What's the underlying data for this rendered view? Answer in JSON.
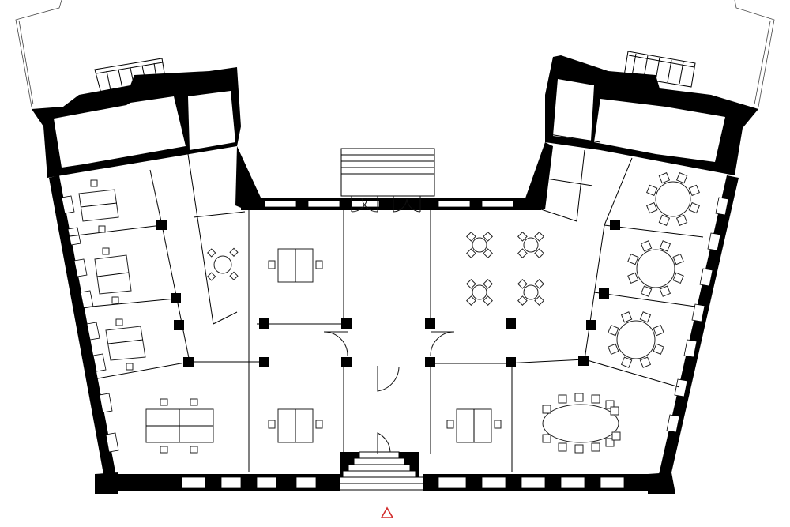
{
  "drawing": {
    "type": "architectural floor plan",
    "north_marker": {
      "shape": "triangle",
      "color": "#d32f2f"
    }
  },
  "colors": {
    "walls": "#000000",
    "background": "#ffffff",
    "marker": "#d32f2f"
  },
  "rooms": [
    {
      "id": "stair-left",
      "furniture": "staircase"
    },
    {
      "id": "stair-right",
      "furniture": "staircase"
    },
    {
      "id": "office-left-1",
      "furniture": "desk-pair"
    },
    {
      "id": "office-left-2",
      "furniture": "desk-pair"
    },
    {
      "id": "office-left-3",
      "furniture": "desk-pair"
    },
    {
      "id": "meeting-small-left",
      "furniture": "round-table"
    },
    {
      "id": "office-centre-left-top",
      "furniture": "desk-pair"
    },
    {
      "id": "entrance-hall",
      "furniture": "none"
    },
    {
      "id": "cafe",
      "furniture": "four-round-tables"
    },
    {
      "id": "meeting-right-1",
      "furniture": "round-table"
    },
    {
      "id": "meeting-right-2",
      "furniture": "round-table"
    },
    {
      "id": "meeting-right-3",
      "furniture": "round-table"
    },
    {
      "id": "open-office-left",
      "furniture": "desk-cluster"
    },
    {
      "id": "office-centre-left-bottom",
      "furniture": "desk-pair"
    },
    {
      "id": "office-centre-right-bottom",
      "furniture": "desk-pair"
    },
    {
      "id": "boardroom",
      "furniture": "oval-table"
    }
  ]
}
